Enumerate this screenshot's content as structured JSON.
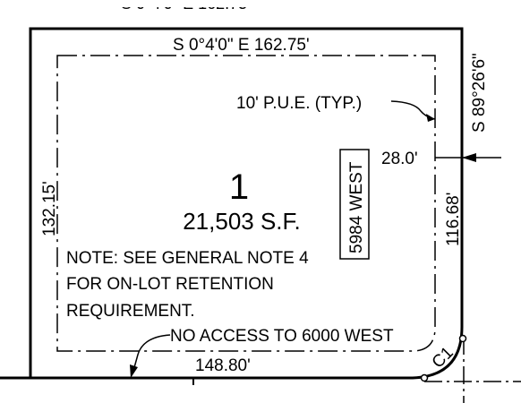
{
  "lot": {
    "number": "1",
    "area": "21,503 S.F.",
    "address": "5984 WEST"
  },
  "bearings": {
    "top": "S 0°4'0\" E 162.75'",
    "right": "S 89°26'6\"",
    "left": "132.15'",
    "bottom": "148.80'",
    "right_inner": "116.68'",
    "setback": "28.0'"
  },
  "labels": {
    "pue": "10' P.U.E. (TYP.)",
    "curve": "C1",
    "no_access": "NO ACCESS TO 6000 WEST"
  },
  "note": {
    "line1": "NOTE: SEE GENERAL NOTE 4",
    "line2": "FOR ON-LOT RETENTION",
    "line3": "REQUIREMENT."
  }
}
